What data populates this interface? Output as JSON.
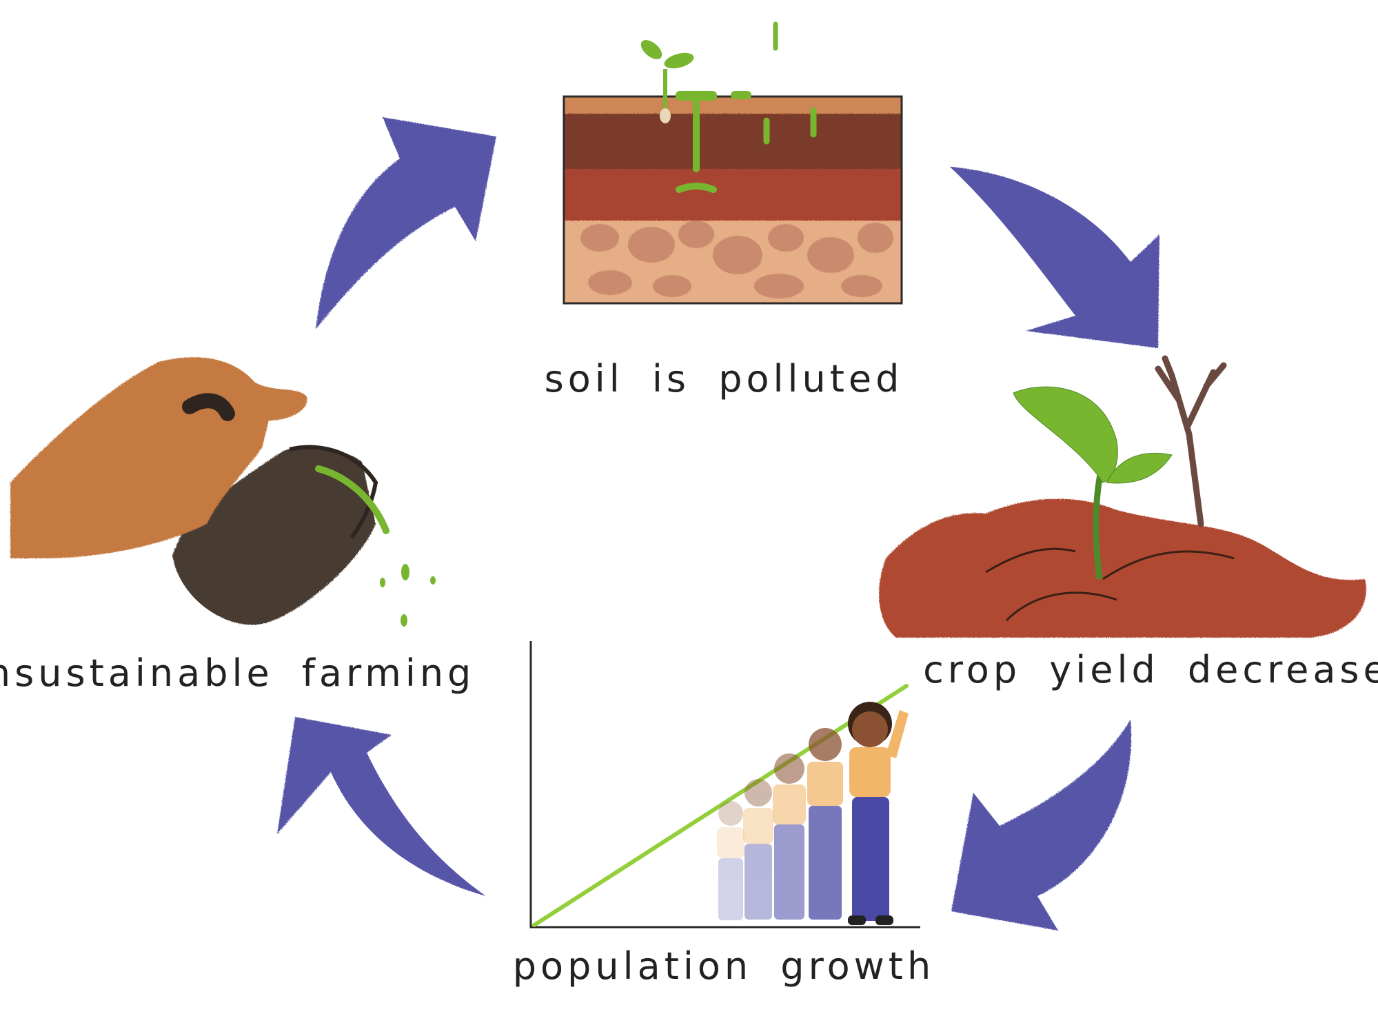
{
  "diagram": {
    "title": "",
    "colors": {
      "arrow": "#5654a8",
      "soil_top": "#cf8656",
      "soil_dark": "#7a3a2a",
      "soil_red": "#a84530",
      "soil_rock": "#e6ae86",
      "plant": "#77b62e",
      "hand": "#c47a40",
      "jug": "#463a32",
      "mound": "#b04a32",
      "person_shirt": "#f2b66a",
      "person_pants": "#4a4aa6",
      "growth_line": "#93cf3a"
    },
    "stages": [
      {
        "id": "soil",
        "label": "soil is polluted",
        "icon": "soil-layers-icon"
      },
      {
        "id": "crop",
        "label": "crop yield decreases",
        "icon": "plant-and-dead-tree-icon"
      },
      {
        "id": "population",
        "label": "population growth",
        "icon": "growing-people-chart-icon"
      },
      {
        "id": "farming",
        "label": "unsustainable farming",
        "icon": "hand-pouring-jug-icon"
      }
    ]
  }
}
